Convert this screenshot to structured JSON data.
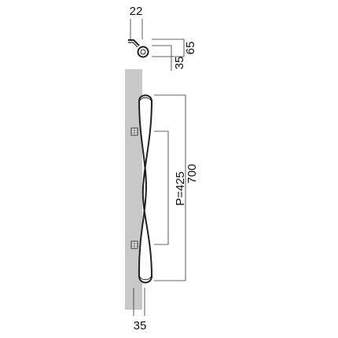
{
  "drawing": {
    "type": "pull handle dimension drawing",
    "plan_view": {
      "dimensions": {
        "width": "22",
        "depth": "35",
        "projection": "65"
      }
    },
    "front_view": {
      "dimensions": {
        "pitch": "P=425",
        "length": "700",
        "base_width": "35"
      }
    },
    "colors": {
      "door_panel": "#c8c8c8",
      "lines": "#222222",
      "background": "#ffffff"
    }
  }
}
